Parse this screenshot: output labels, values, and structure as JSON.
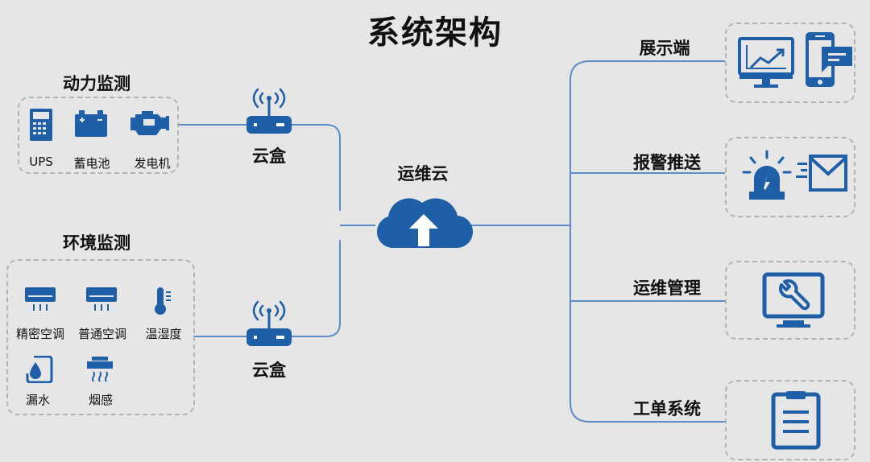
{
  "title": "系统架构",
  "power_monitoring": {
    "heading": "动力监测",
    "items": [
      {
        "label": "UPS",
        "icon": "ups-icon"
      },
      {
        "label": "蓄电池",
        "icon": "battery-icon"
      },
      {
        "label": "发电机",
        "icon": "generator-icon"
      }
    ]
  },
  "env_monitoring": {
    "heading": "环境监测",
    "items": [
      {
        "label": "精密空调",
        "icon": "precision-ac-icon"
      },
      {
        "label": "普通空调",
        "icon": "ac-icon"
      },
      {
        "label": "温湿度",
        "icon": "thermometer-icon"
      },
      {
        "label": "漏水",
        "icon": "water-leak-icon"
      },
      {
        "label": "烟感",
        "icon": "smoke-detector-icon"
      }
    ]
  },
  "cloud_box_top": {
    "label": "云盒",
    "icon": "router-icon"
  },
  "cloud_box_bottom": {
    "label": "云盒",
    "icon": "router-icon"
  },
  "ops_cloud": {
    "label": "运维云",
    "icon": "cloud-upload-icon"
  },
  "outputs": [
    {
      "label": "展示端",
      "icons": [
        "monitor-chart-icon",
        "mobile-message-icon"
      ]
    },
    {
      "label": "报警推送",
      "icons": [
        "alarm-siren-icon",
        "mail-send-icon"
      ]
    },
    {
      "label": "运维管理",
      "icons": [
        "wrench-monitor-icon"
      ]
    },
    {
      "label": "工单系统",
      "icons": [
        "clipboard-icon"
      ]
    }
  ],
  "colors": {
    "accent": "#1f5fa8",
    "line": "#5b8cc8",
    "background": "#e6e6e6",
    "dash": "#b3b3b3"
  }
}
